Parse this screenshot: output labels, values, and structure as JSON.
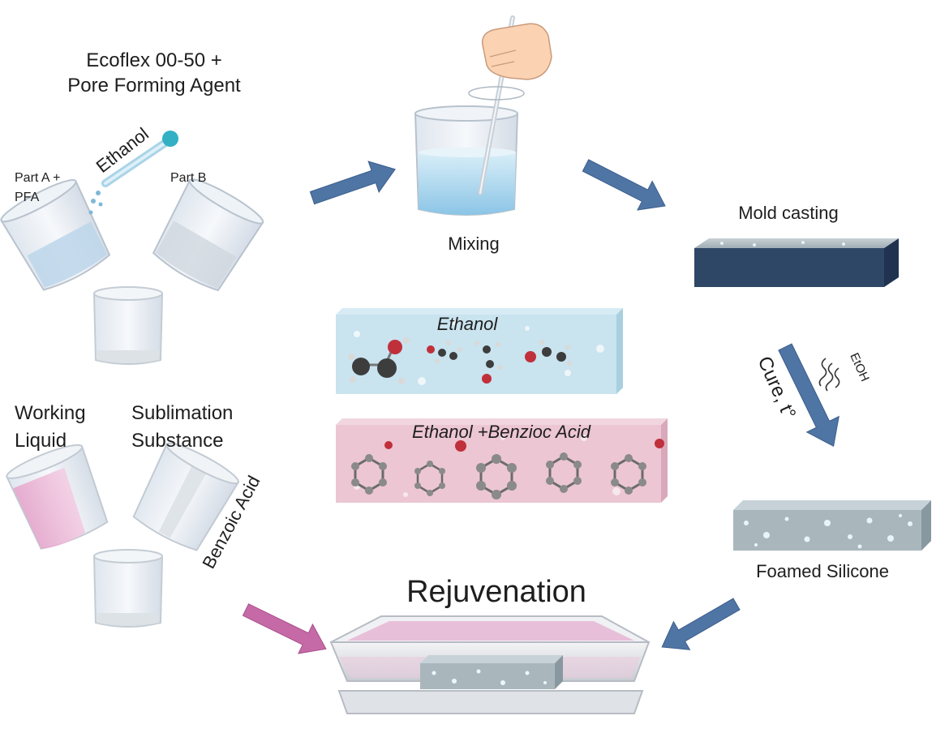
{
  "title": "Rejuvenation",
  "labels": {
    "ecoflex_line1": "Ecoflex 00-50 +",
    "ecoflex_line2": "Pore Forming Agent",
    "ethanol_dropper": "Ethanol",
    "part_a_line1": "Part A +",
    "part_a_line2": "PFA",
    "part_b": "Part B",
    "mixing": "Mixing",
    "mold_casting": "Mold casting",
    "cure": "Cure, t°",
    "etoh": "EtOH",
    "foamed_silicone": "Foamed Silicone",
    "working_line1": "Working",
    "working_line2": "Liquid",
    "sublimation_line1": "Sublimation",
    "sublimation_line2": "Substance",
    "benzoic_acid": "Benzoic Acid",
    "ethanol_block": "Ethanol",
    "ethanol_benzoic_block": "Ethanol +Benzioc Acid"
  },
  "colors": {
    "arrow_blue": "#4f75a5",
    "arrow_pink": "#c66aa7",
    "ethanol_block": "#c9e3ef",
    "benzoic_block": "#ecc6d2",
    "mold_block": "#2f4766",
    "foam_block": "#a9b7bd",
    "tray_liquid": "#e8bfd9",
    "carbon_atom": "#3d3d3d",
    "oxygen_atom": "#c0303a",
    "hydrogen_atom": "#d9d9d9"
  }
}
